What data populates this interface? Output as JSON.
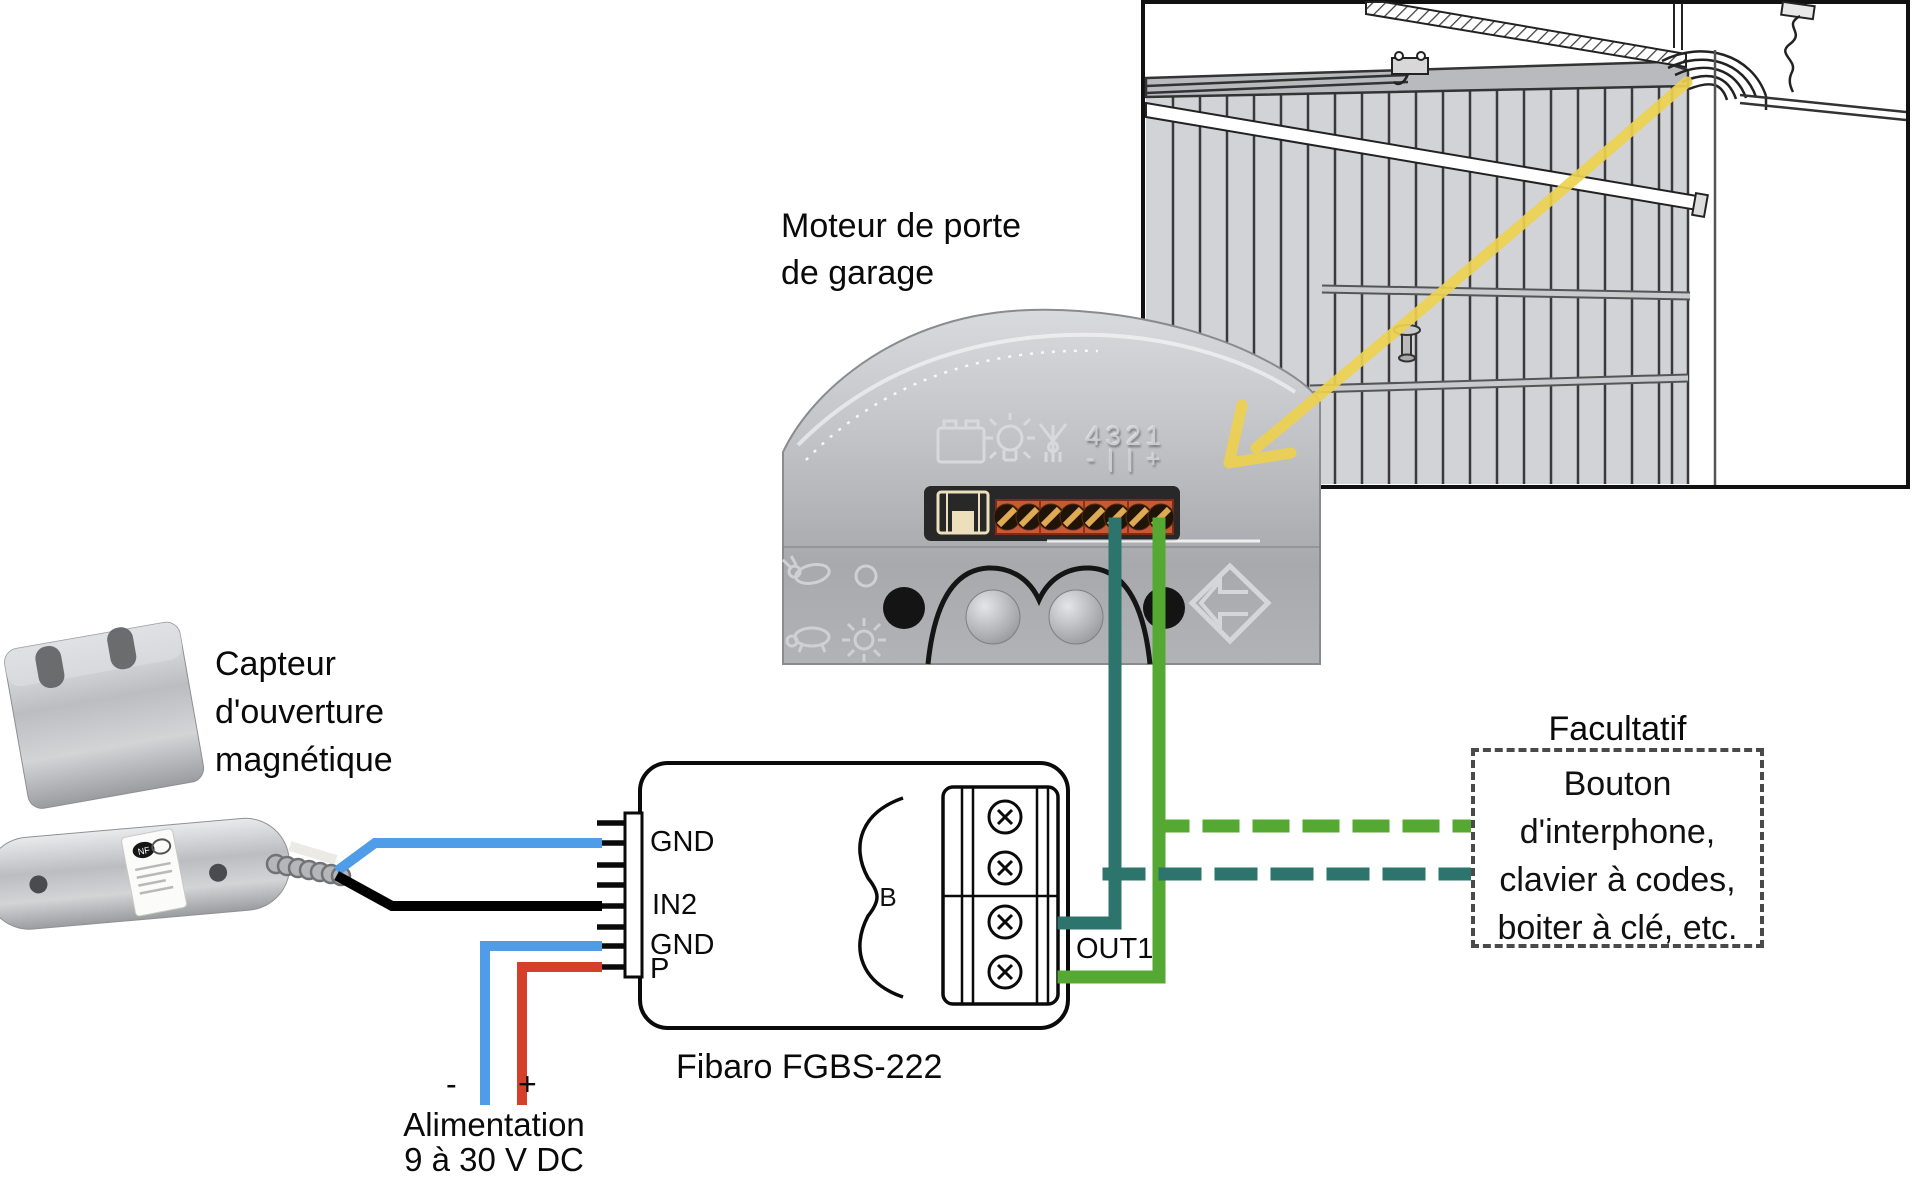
{
  "labels": {
    "motor_line1": "Moteur de porte",
    "motor_line2": "de garage",
    "sensor_line1": "Capteur",
    "sensor_line2": "d'ouverture",
    "sensor_line3": "magnétique",
    "module_name": "Fibaro FGBS-222",
    "optional_title": "Facultatif",
    "optional_line1": "Bouton",
    "optional_line2": "d'interphone,",
    "optional_line3": "clavier à codes,",
    "optional_line4": "boiter à clé, etc.",
    "power_line1": "Alimentation",
    "power_line2": "9 à 30 V DC",
    "minus": "-",
    "plus": "+"
  },
  "module": {
    "pin1": "GND",
    "pin2": "IN2",
    "pin3": "GND",
    "pin4": "P",
    "output": "OUT1",
    "button": "B"
  },
  "motor_markings": {
    "terminal_numbers": "4321",
    "polarity": "-||+"
  },
  "sensor_sticker": {
    "nf": "NF"
  },
  "colors": {
    "wire_blue": "#4f9ce8",
    "wire_black": "#000000",
    "wire_red": "#d6402a",
    "wire_teal": "#2c746c",
    "wire_green": "#55a832",
    "arrow_yellow": "#edd14f",
    "terminal_orange": "#c65b32"
  }
}
